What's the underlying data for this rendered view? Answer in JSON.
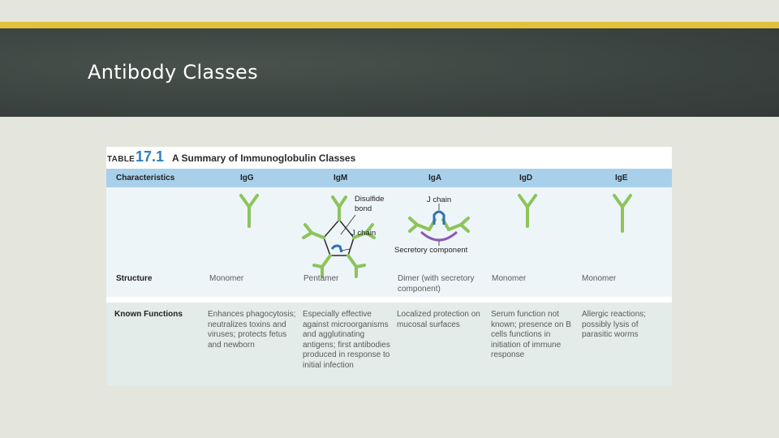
{
  "slide": {
    "title": "Antibody Classes"
  },
  "table": {
    "label": "TABLE",
    "number": "17.1",
    "title": "A Summary of Immunoglobulin Classes",
    "columns": [
      "Characteristics",
      "IgG",
      "IgM",
      "IgA",
      "IgD",
      "IgE"
    ],
    "structure_label": "Structure",
    "structure": [
      "Monomer",
      "Pentamer",
      "Dimer (with secretory component)",
      "Monomer",
      "Monomer"
    ],
    "functions_label": "Known Functions",
    "functions": [
      "Enhances phagocytosis; neutralizes toxins and viruses; protects fetus and newborn",
      "Especially effective against microorganisms and agglutinating antigens; first antibodies produced in response to initial infection",
      "Localized protection on mucosal surfaces",
      "Serum function not known; presence on B cells functions in initiation of immune response",
      "Allergic reactions; possibly lysis of parasitic worms"
    ],
    "diagram_labels": {
      "disulfide": [
        "Disulfide",
        "bond"
      ],
      "j_chain_igm": "J chain",
      "j_chain_iga": "J chain",
      "secretory": "Secretory component"
    }
  },
  "colors": {
    "accent": "#e1c13c",
    "header_bg": "#3b4340",
    "table_header": "#a9d0ea",
    "antibody_green": "#8cc45a",
    "j_chain_blue": "#2f6fb7",
    "secretory_purple": "#8a5bb5"
  }
}
